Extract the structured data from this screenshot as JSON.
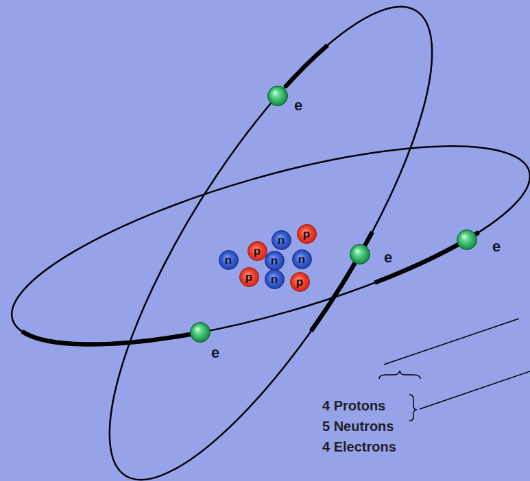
{
  "diagram": {
    "nodes": [
      {
        "text": [
          "e"
        ]
      },
      {
        "text": [
          "e"
        ]
      },
      {
        "text": [
          "e"
        ]
      },
      {
        "text": [
          "e"
        ]
      },
      {
        "text": [
          "n"
        ]
      },
      {
        "text": [
          "p"
        ]
      },
      {
        "text": [
          "n"
        ]
      },
      {
        "text": [
          "p"
        ]
      },
      {
        "text": [
          "n"
        ]
      },
      {
        "text": [
          "n"
        ]
      },
      {
        "text": [
          "p"
        ]
      },
      {
        "text": [
          "n"
        ]
      },
      {
        "text": [
          "p"
        ]
      }
    ],
    "labels": [
      "4 Protons",
      "5 Neutrons",
      "4 Electrons"
    ]
  }
}
